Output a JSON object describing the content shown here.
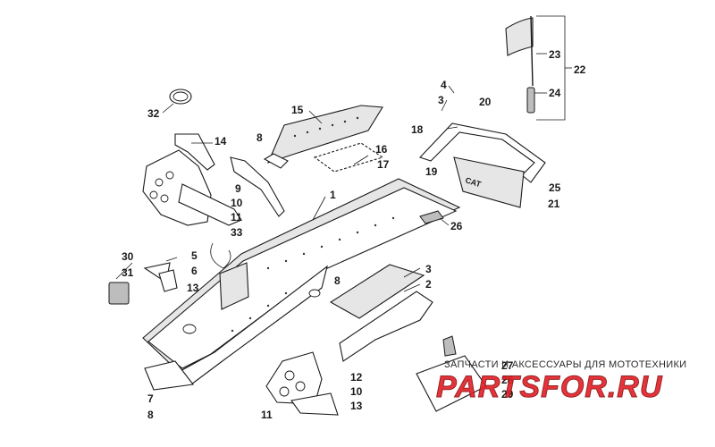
{
  "diagram": {
    "callouts": [
      "1",
      "2",
      "3",
      "3",
      "4",
      "5",
      "6",
      "7",
      "8",
      "8",
      "8",
      "9",
      "10",
      "10",
      "11",
      "11",
      "12",
      "13",
      "13",
      "14",
      "15",
      "16",
      "17",
      "18",
      "19",
      "20",
      "21",
      "22",
      "23",
      "24",
      "25",
      "26",
      "27",
      "28",
      "29",
      "30",
      "31",
      "32",
      "33"
    ]
  },
  "watermark": {
    "caption": "ЗАПЧАСТИ И АКСЕССУАРЫ ДЛЯ МОТОТЕХНИКИ",
    "logo": "PARTSFOR.RU"
  },
  "colors": {
    "line": "#1a1a1a",
    "logo": "#e41e24",
    "background": "#ffffff"
  }
}
